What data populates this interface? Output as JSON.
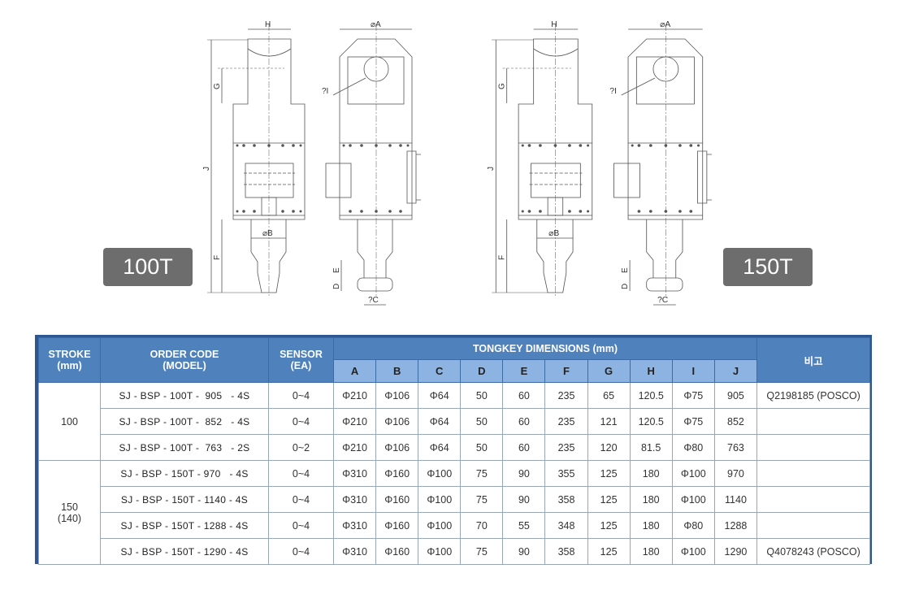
{
  "badges": {
    "left": "100T",
    "right": "150T"
  },
  "drawing_labels": {
    "H": "H",
    "A": "⌀A",
    "G": "G",
    "J": "J",
    "F": "F",
    "B": "⌀B",
    "I": "?I",
    "E": "E",
    "D": "D",
    "C": "?C"
  },
  "table": {
    "headers": {
      "stroke": "STROKE",
      "stroke_unit": "(mm)",
      "order": "ORDER CODE",
      "order_sub": "(MODEL)",
      "sensor": "SENSOR",
      "sensor_unit": "(EA)",
      "dims": "TONGKEY DIMENSIONS (mm)",
      "note": "비고"
    },
    "dim_cols": [
      "A",
      "B",
      "C",
      "D",
      "E",
      "F",
      "G",
      "H",
      "I",
      "J"
    ],
    "groups": [
      {
        "stroke": "100",
        "stroke_sub": "",
        "rows": [
          {
            "code": "SJ - BSP - 100T -  905   - 4S",
            "sensor": "0~4",
            "dims": [
              "Φ210",
              "Φ106",
              "Φ64",
              "50",
              "60",
              "235",
              "65",
              "120.5",
              "Φ75",
              "905"
            ],
            "note": "Q2198185 (POSCO)"
          },
          {
            "code": "SJ - BSP - 100T -  852   - 4S",
            "sensor": "0~4",
            "dims": [
              "Φ210",
              "Φ106",
              "Φ64",
              "50",
              "60",
              "235",
              "121",
              "120.5",
              "Φ75",
              "852"
            ],
            "note": ""
          },
          {
            "code": "SJ - BSP - 100T -  763   - 2S",
            "sensor": "0~2",
            "dims": [
              "Φ210",
              "Φ106",
              "Φ64",
              "50",
              "60",
              "235",
              "120",
              "81.5",
              "Φ80",
              "763"
            ],
            "note": ""
          }
        ]
      },
      {
        "stroke": "150",
        "stroke_sub": "(140)",
        "rows": [
          {
            "code": "SJ - BSP - 150T - 970   - 4S",
            "sensor": "0~4",
            "dims": [
              "Φ310",
              "Φ160",
              "Φ100",
              "75",
              "90",
              "355",
              "125",
              "180",
              "Φ100",
              "970"
            ],
            "note": ""
          },
          {
            "code": "SJ - BSP - 150T - 1140 - 4S",
            "sensor": "0~4",
            "dims": [
              "Φ310",
              "Φ160",
              "Φ100",
              "75",
              "90",
              "358",
              "125",
              "180",
              "Φ100",
              "1140"
            ],
            "note": ""
          },
          {
            "code": "SJ - BSP - 150T - 1288 - 4S",
            "sensor": "0~4",
            "dims": [
              "Φ310",
              "Φ160",
              "Φ100",
              "70",
              "55",
              "348",
              "125",
              "180",
              "Φ80",
              "1288"
            ],
            "note": ""
          },
          {
            "code": "SJ - BSP - 150T - 1290 - 4S",
            "sensor": "0~4",
            "dims": [
              "Φ310",
              "Φ160",
              "Φ100",
              "75",
              "90",
              "358",
              "125",
              "180",
              "Φ100",
              "1290"
            ],
            "note": "Q4078243 (POSCO)"
          }
        ]
      }
    ]
  }
}
